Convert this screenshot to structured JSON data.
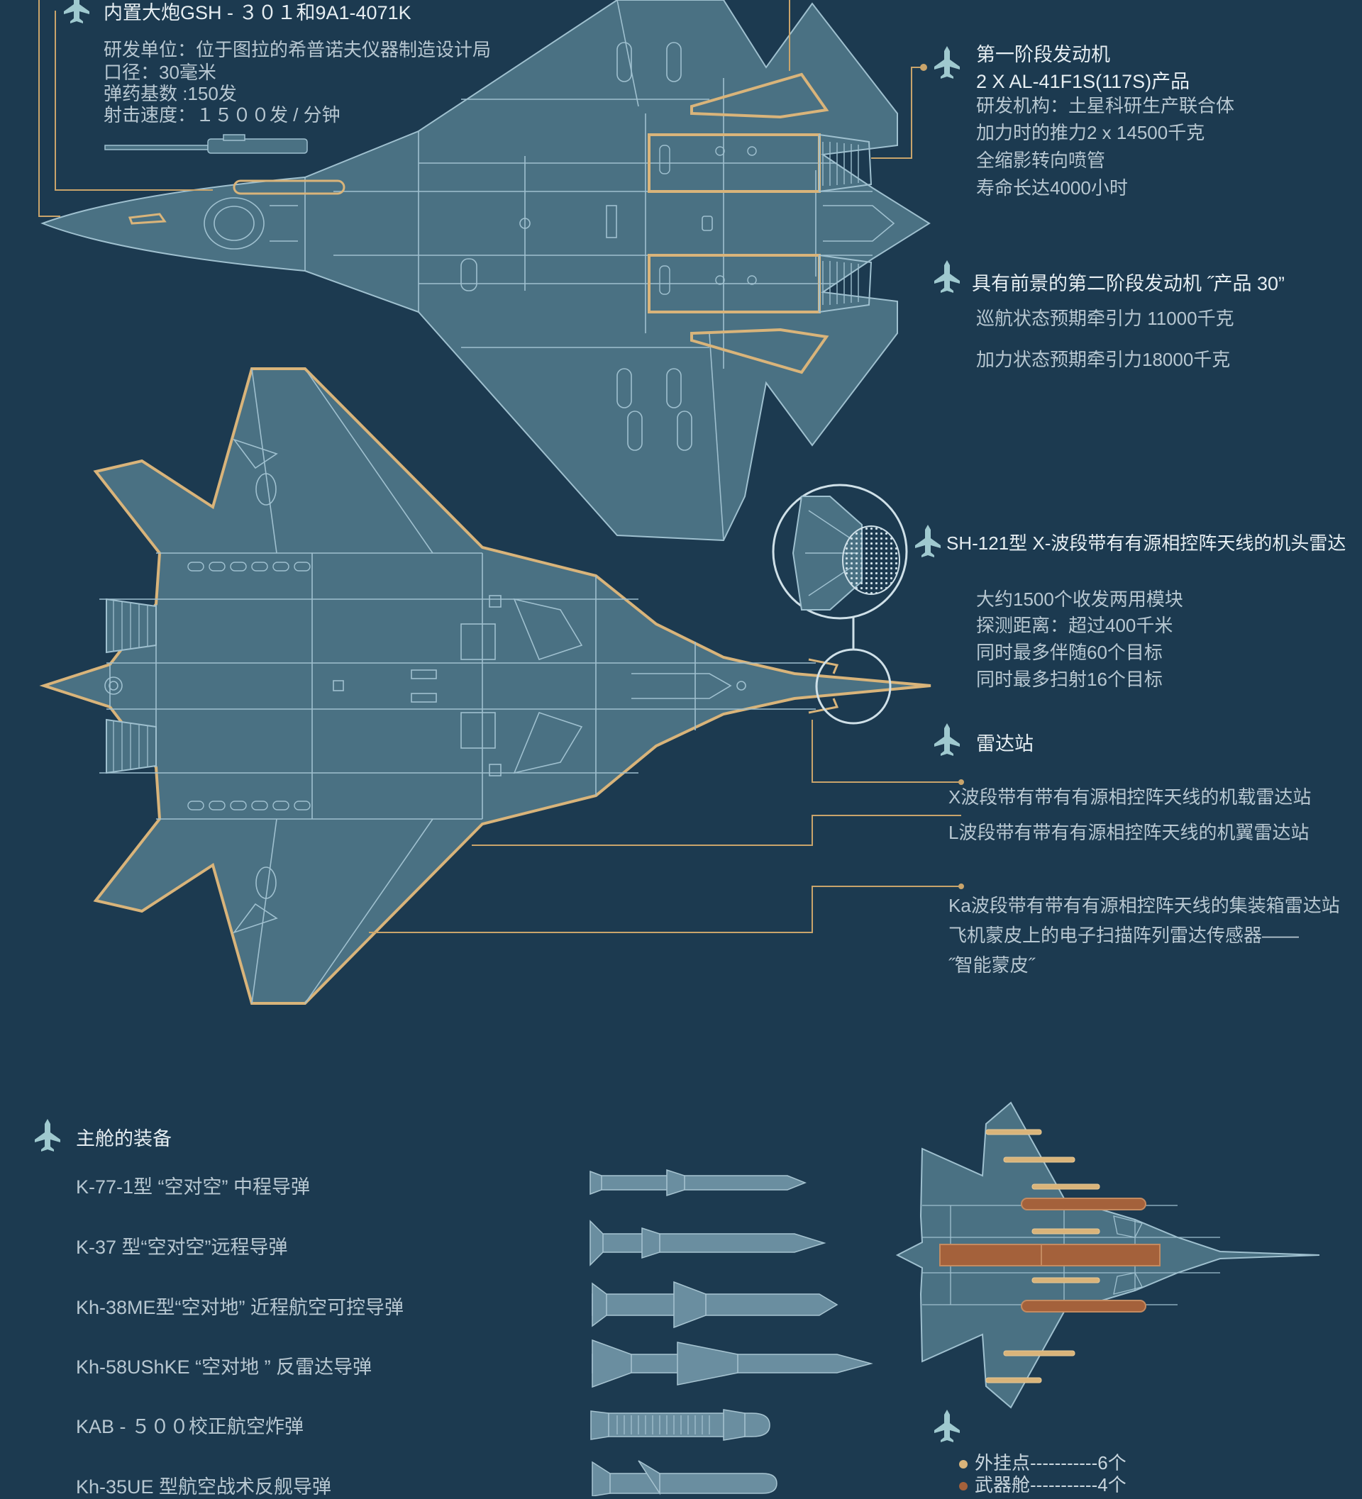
{
  "colors": {
    "background": "#1c3a50",
    "plane_fill": "#4a7183",
    "plane_line": "#9fc0cf",
    "accent_outline": "#d9b47a",
    "weapon_bay": "#a4613b",
    "hardpoint_dot": "#d9b47a",
    "bay_dot": "#a4613b"
  },
  "cannon": {
    "title": "内置大炮GSH - ３０１和9A1-4071K",
    "lines": [
      "研发单位：位于图拉的希普诺夫仪器制造设计局",
      "口径：30毫米",
      "弹药基数 :150发",
      "射击速度：１５００发 / 分钟"
    ]
  },
  "engine1": {
    "title": "第一阶段发动机",
    "subtitle": "2 X AL-41F1S(117S)产品",
    "lines": [
      "研发机构：土星科研生产联合体",
      "加力时的推力2 x 14500千克",
      "全缩影转向喷管",
      "寿命长达4000小时"
    ]
  },
  "engine2": {
    "title": "具有前景的第二阶段发动机 ˝产品 30”",
    "lines": [
      "巡航状态预期牵引力 11000千克",
      "加力状态预期牵引力18000千克"
    ]
  },
  "radar": {
    "title": "SH-121型 X-波段带有有源相控阵天线的机头雷达",
    "lines": [
      "大约1500个收发两用模块",
      "探测距离：超过400千米",
      "同时最多伴随60个目标",
      "同时最多扫射16个目标"
    ]
  },
  "stations": {
    "title": "雷达站",
    "x_band": "X波段带有带有有源相控阵天线的机载雷达站",
    "l_band": "L波段带有带有有源相控阵天线的机翼雷达站",
    "ka_band": "Ka波段带有带有有源相控阵天线的集装箱雷达站",
    "skin_1": "飞机蒙皮上的电子扫描阵列雷达传感器——",
    "skin_2": "˝智能蒙皮˝"
  },
  "armament": {
    "title": "主舱的装备",
    "items": [
      "K-77-1型 “空对空” 中程导弹",
      "K-37 型“空对空”远程导弹",
      "Kh-38ME型“空对地” 近程航空可控导弹",
      "Kh-58UShKE “空对地 ” 反雷达导弹",
      "KAB - ５００校正航空炸弹",
      "Kh-35UE 型航空战术反舰导弹"
    ]
  },
  "legend": {
    "hardpoints": "外挂点-----------6个",
    "bays": "武器舱-----------4个"
  }
}
